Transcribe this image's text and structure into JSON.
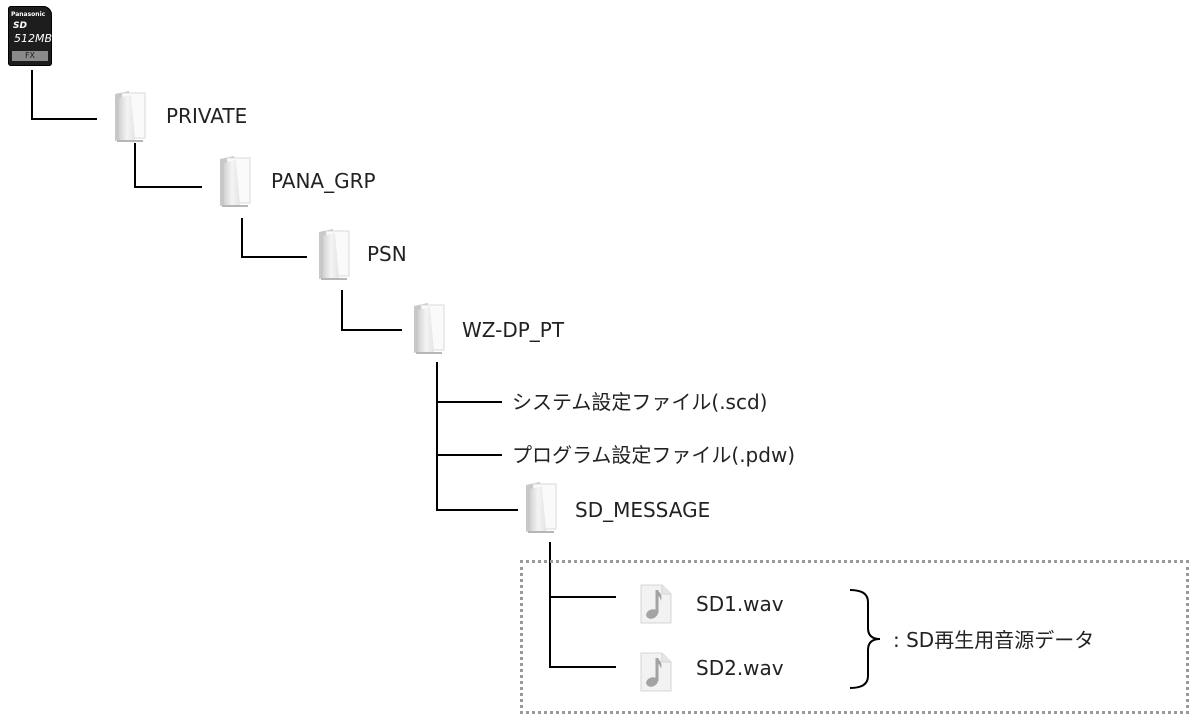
{
  "sd_card": {
    "brand": "Panasonic",
    "logo": "SD",
    "capacity": "512MB",
    "model": "FX"
  },
  "tree": {
    "private": "PRIVATE",
    "pana_grp": "PANA_GRP",
    "psn": "PSN",
    "wz_dp_pt": "WZ-DP_PT",
    "system_settings_file": "システム設定ファイル(.scd)",
    "program_settings_file": "プログラム設定ファイル(.pdw)",
    "sd_message": "SD_MESSAGE",
    "wav_files": [
      "SD1.wav",
      "SD2.wav"
    ],
    "wav_note": ": SD再生用音源データ"
  },
  "icons": {
    "sd_card": "sd-card-icon",
    "folder": "folder-icon",
    "audio_file": "music-note-file-icon"
  },
  "colors": {
    "lines": "#000000",
    "text": "#222222",
    "dashed_border": "#9a9a9a",
    "folder_face": "#eeeeee",
    "note": "#a3a3a3"
  }
}
